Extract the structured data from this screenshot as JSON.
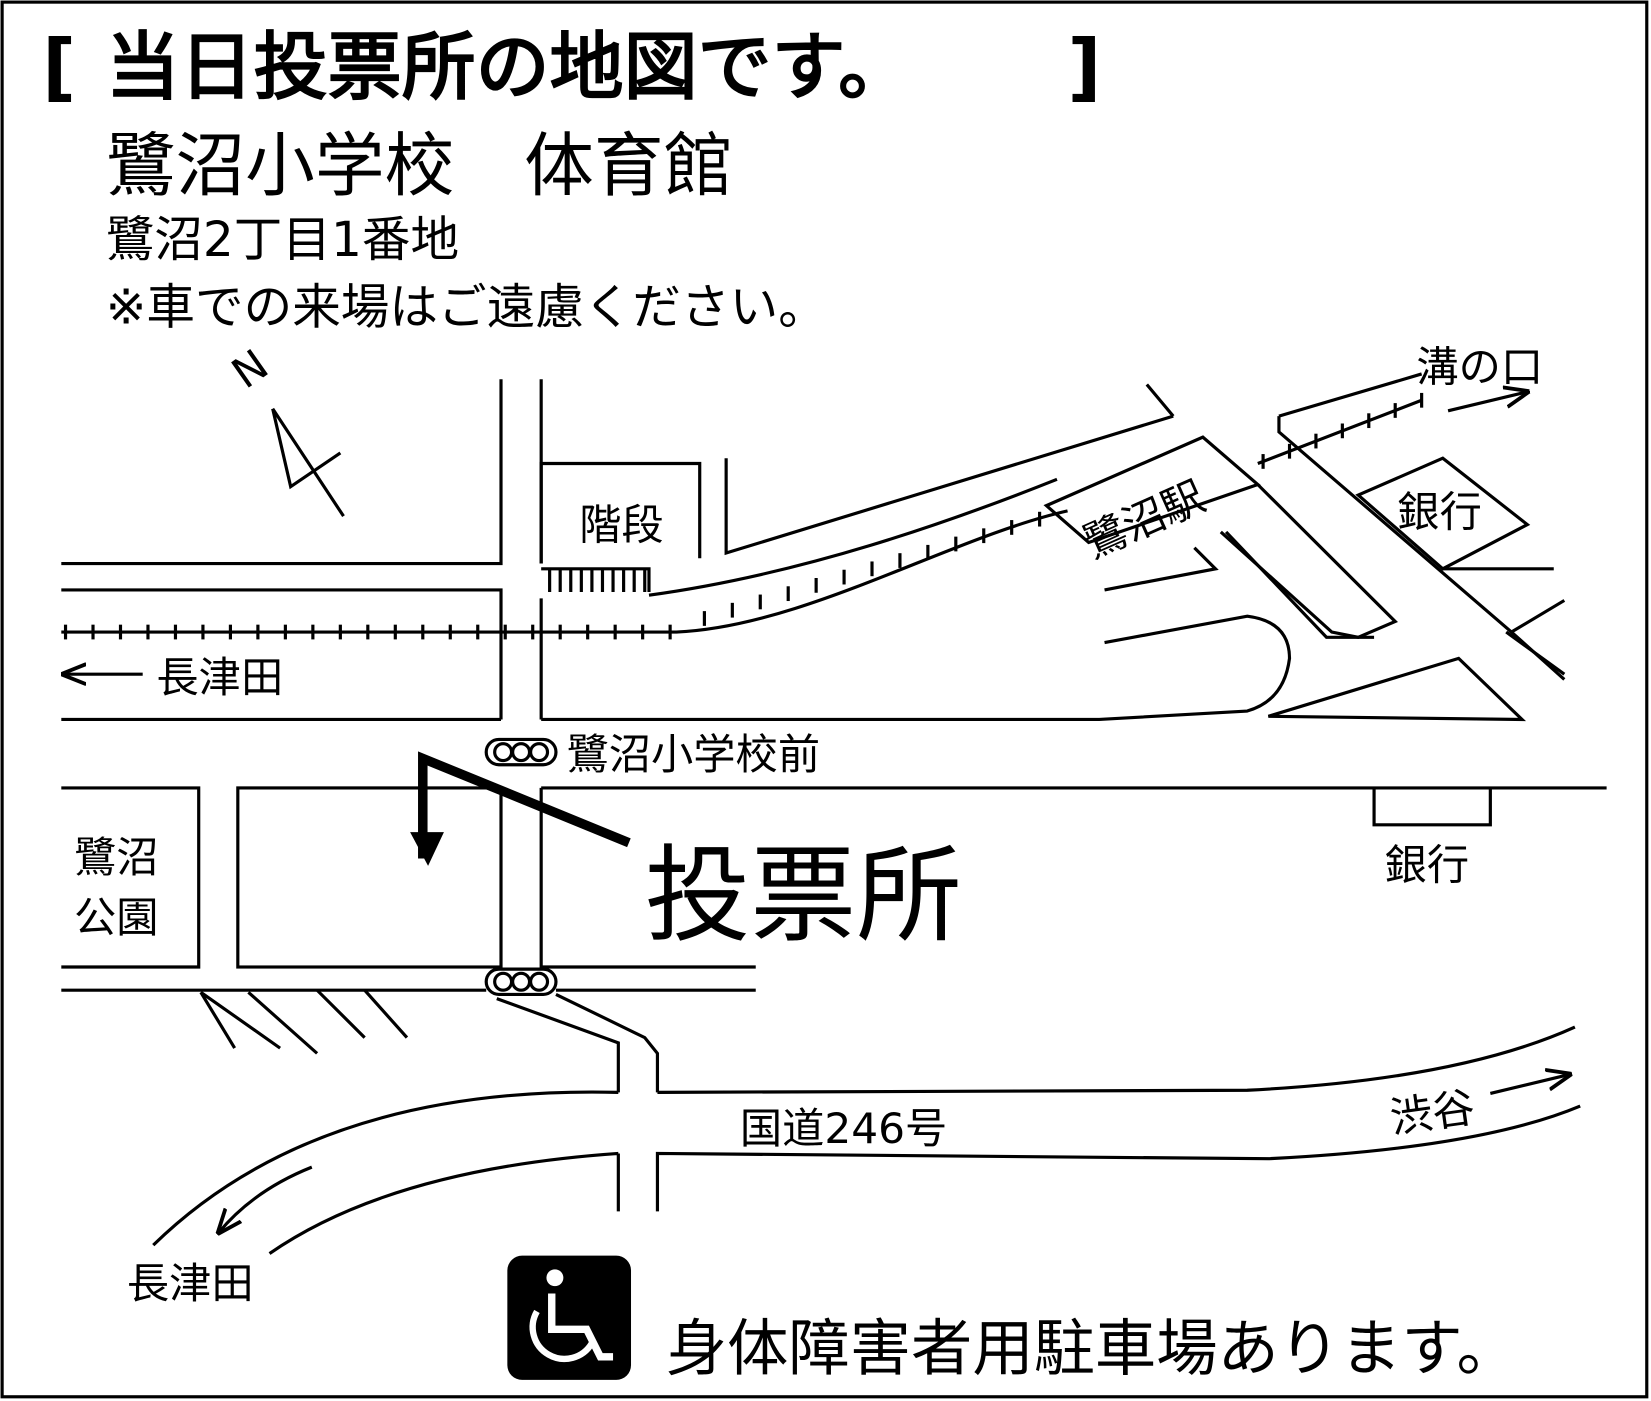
{
  "header": {
    "title_open": "[",
    "title": "当日投票所の地図です。",
    "title_close": "]",
    "venue": "鷺沼小学校　体育館",
    "address": "鷺沼2丁目1番地",
    "note": "※車での来場はご遠慮ください。"
  },
  "map": {
    "north": "N",
    "stairs": "階段",
    "station": "鷺沼駅",
    "bank_top": "銀行",
    "bank_bottom": "銀行",
    "to_mizonokuchi": "溝の口",
    "to_nagatsuta_rail": "長津田",
    "signal_label": "鷺沼小学校前",
    "park_line1": "鷺沼",
    "park_line2": "公園",
    "polling_place": "投票所",
    "route": "国道246号",
    "to_shibuya": "渋谷",
    "to_nagatsuta_road": "長津田"
  },
  "footer": {
    "accessible_icon": "wheelchair-icon",
    "accessible_parking": "身体障害者用駐車場あります。"
  }
}
